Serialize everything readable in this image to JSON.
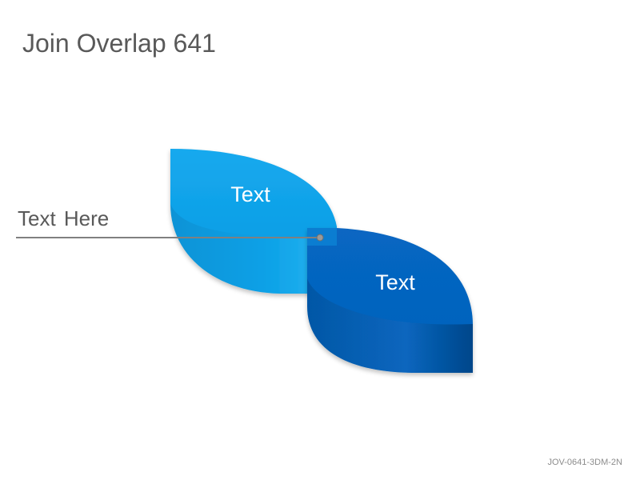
{
  "slide": {
    "title": "Join Overlap 641",
    "footer_code": "JOV-0641-3DM-2N"
  },
  "diagram": {
    "shapes": [
      {
        "id": "shape-1",
        "label": "Text",
        "color": "#11A5EB"
      },
      {
        "id": "shape-2",
        "label": "Text",
        "color": "#0767BE"
      }
    ],
    "callout": {
      "label": "Text Here",
      "line_color": "#7F7F7F"
    }
  }
}
